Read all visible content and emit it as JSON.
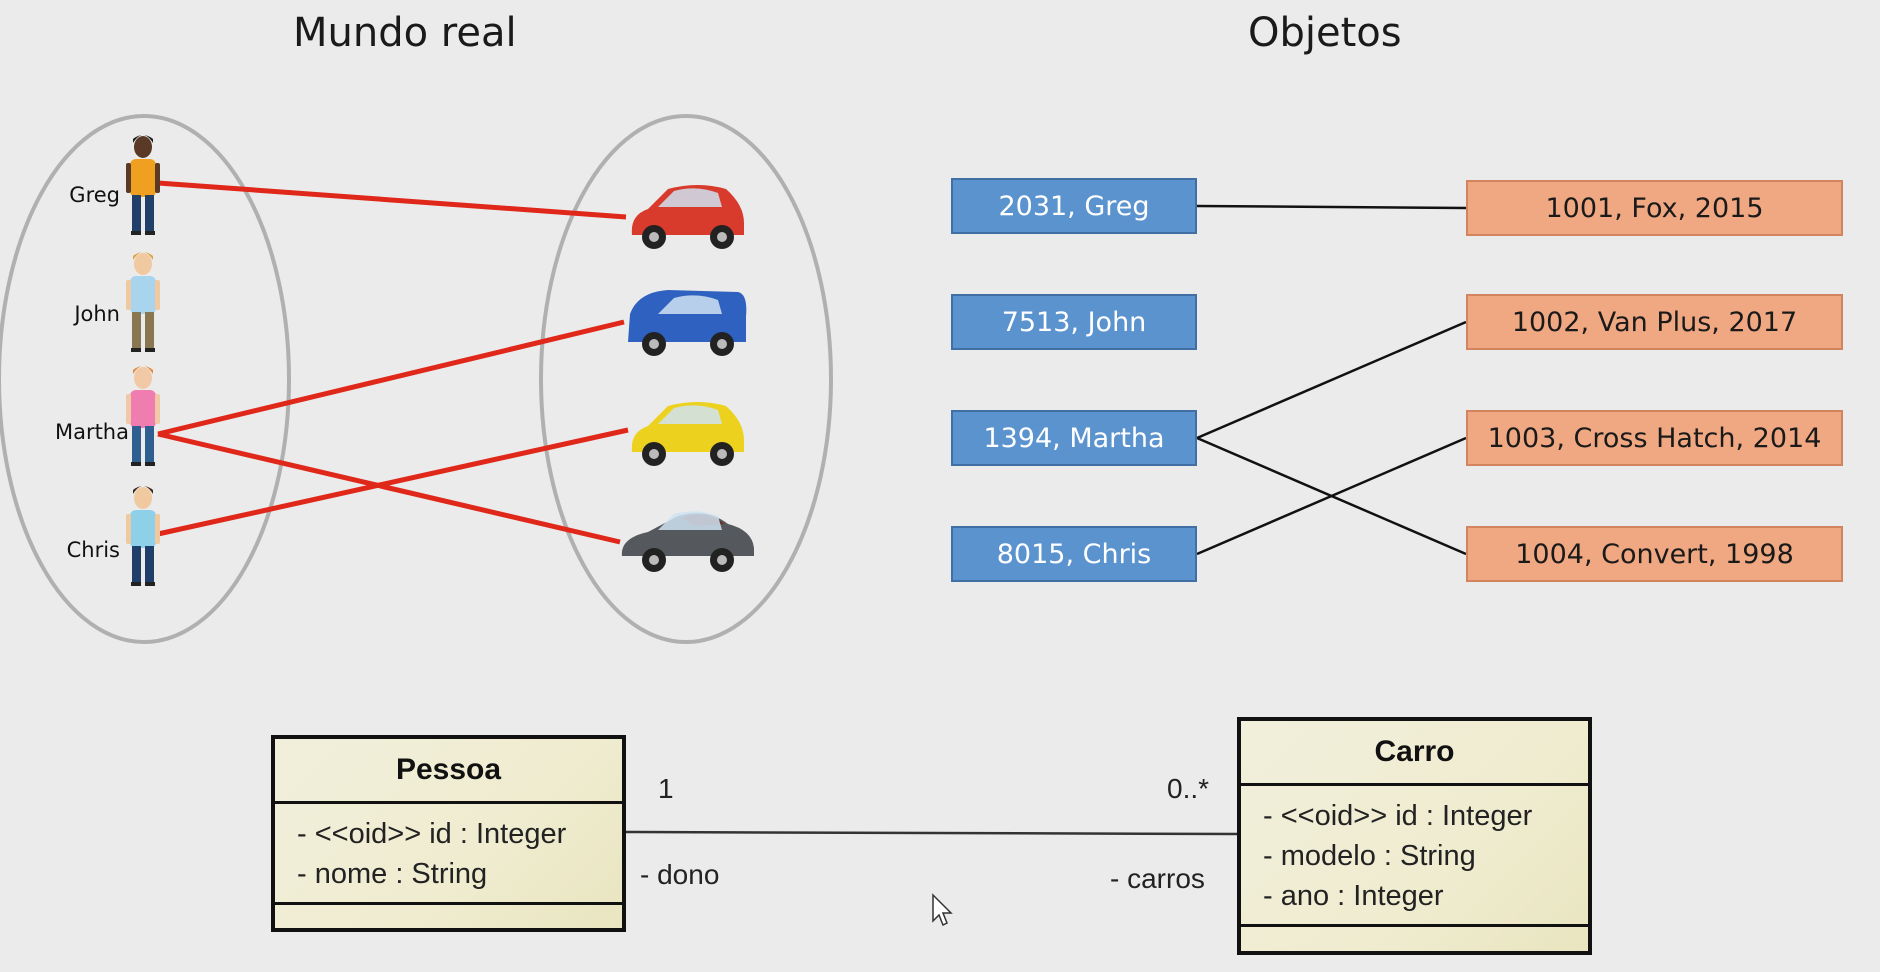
{
  "headings": {
    "left": "Mundo real",
    "right": "Objetos"
  },
  "real_world": {
    "people": [
      {
        "name": "Greg",
        "shirt": "#f0a020",
        "pants": "#20406a",
        "skin": "#5a3a26",
        "hair": "#1c1c1c"
      },
      {
        "name": "John",
        "shirt": "#a8d4ee",
        "pants": "#8a7752",
        "skin": "#f0c9a0",
        "hair": "#e0a23a"
      },
      {
        "name": "Martha",
        "shirt": "#f07db0",
        "pants": "#2f5f90",
        "skin": "#f2c9a6",
        "hair": "#e28a3c"
      },
      {
        "name": "Chris",
        "shirt": "#8ed0e8",
        "pants": "#1f3f6a",
        "skin": "#f0c9a0",
        "hair": "#3a2616"
      }
    ],
    "cars": [
      {
        "id": "car-red",
        "color": "#d83a2c"
      },
      {
        "id": "car-blue-van",
        "color": "#2f62c0"
      },
      {
        "id": "car-yellow",
        "color": "#ecd21e"
      },
      {
        "id": "car-gray-convertible",
        "color": "#55585c"
      }
    ],
    "links": [
      [
        0,
        0
      ],
      [
        2,
        1
      ],
      [
        2,
        3
      ],
      [
        3,
        2
      ]
    ],
    "link_color": "#e0281a"
  },
  "objects": {
    "people": [
      "2031, Greg",
      "7513, John",
      "1394, Martha",
      "8015, Chris"
    ],
    "cars": [
      "1001, Fox, 2015",
      "1002, Van Plus, 2017",
      "1003, Cross Hatch, 2014",
      "1004, Convert, 1998"
    ],
    "links": [
      [
        0,
        0
      ],
      [
        2,
        1
      ],
      [
        2,
        3
      ],
      [
        3,
        2
      ]
    ]
  },
  "uml": {
    "pessoa": {
      "title": "Pessoa",
      "attributes": [
        "- <<oid>> id : Integer",
        "- nome : String"
      ]
    },
    "carro": {
      "title": "Carro",
      "attributes": [
        "- <<oid>> id : Integer",
        "- modelo : String",
        "- ano : Integer"
      ]
    },
    "association": {
      "left_multiplicity": "1",
      "left_role": "- dono",
      "right_multiplicity": "0..*",
      "right_role": "- carros"
    }
  },
  "colors": {
    "person_box": "#5b93cf",
    "car_box": "#f0a882",
    "ellipse": "#b0b0b0"
  }
}
